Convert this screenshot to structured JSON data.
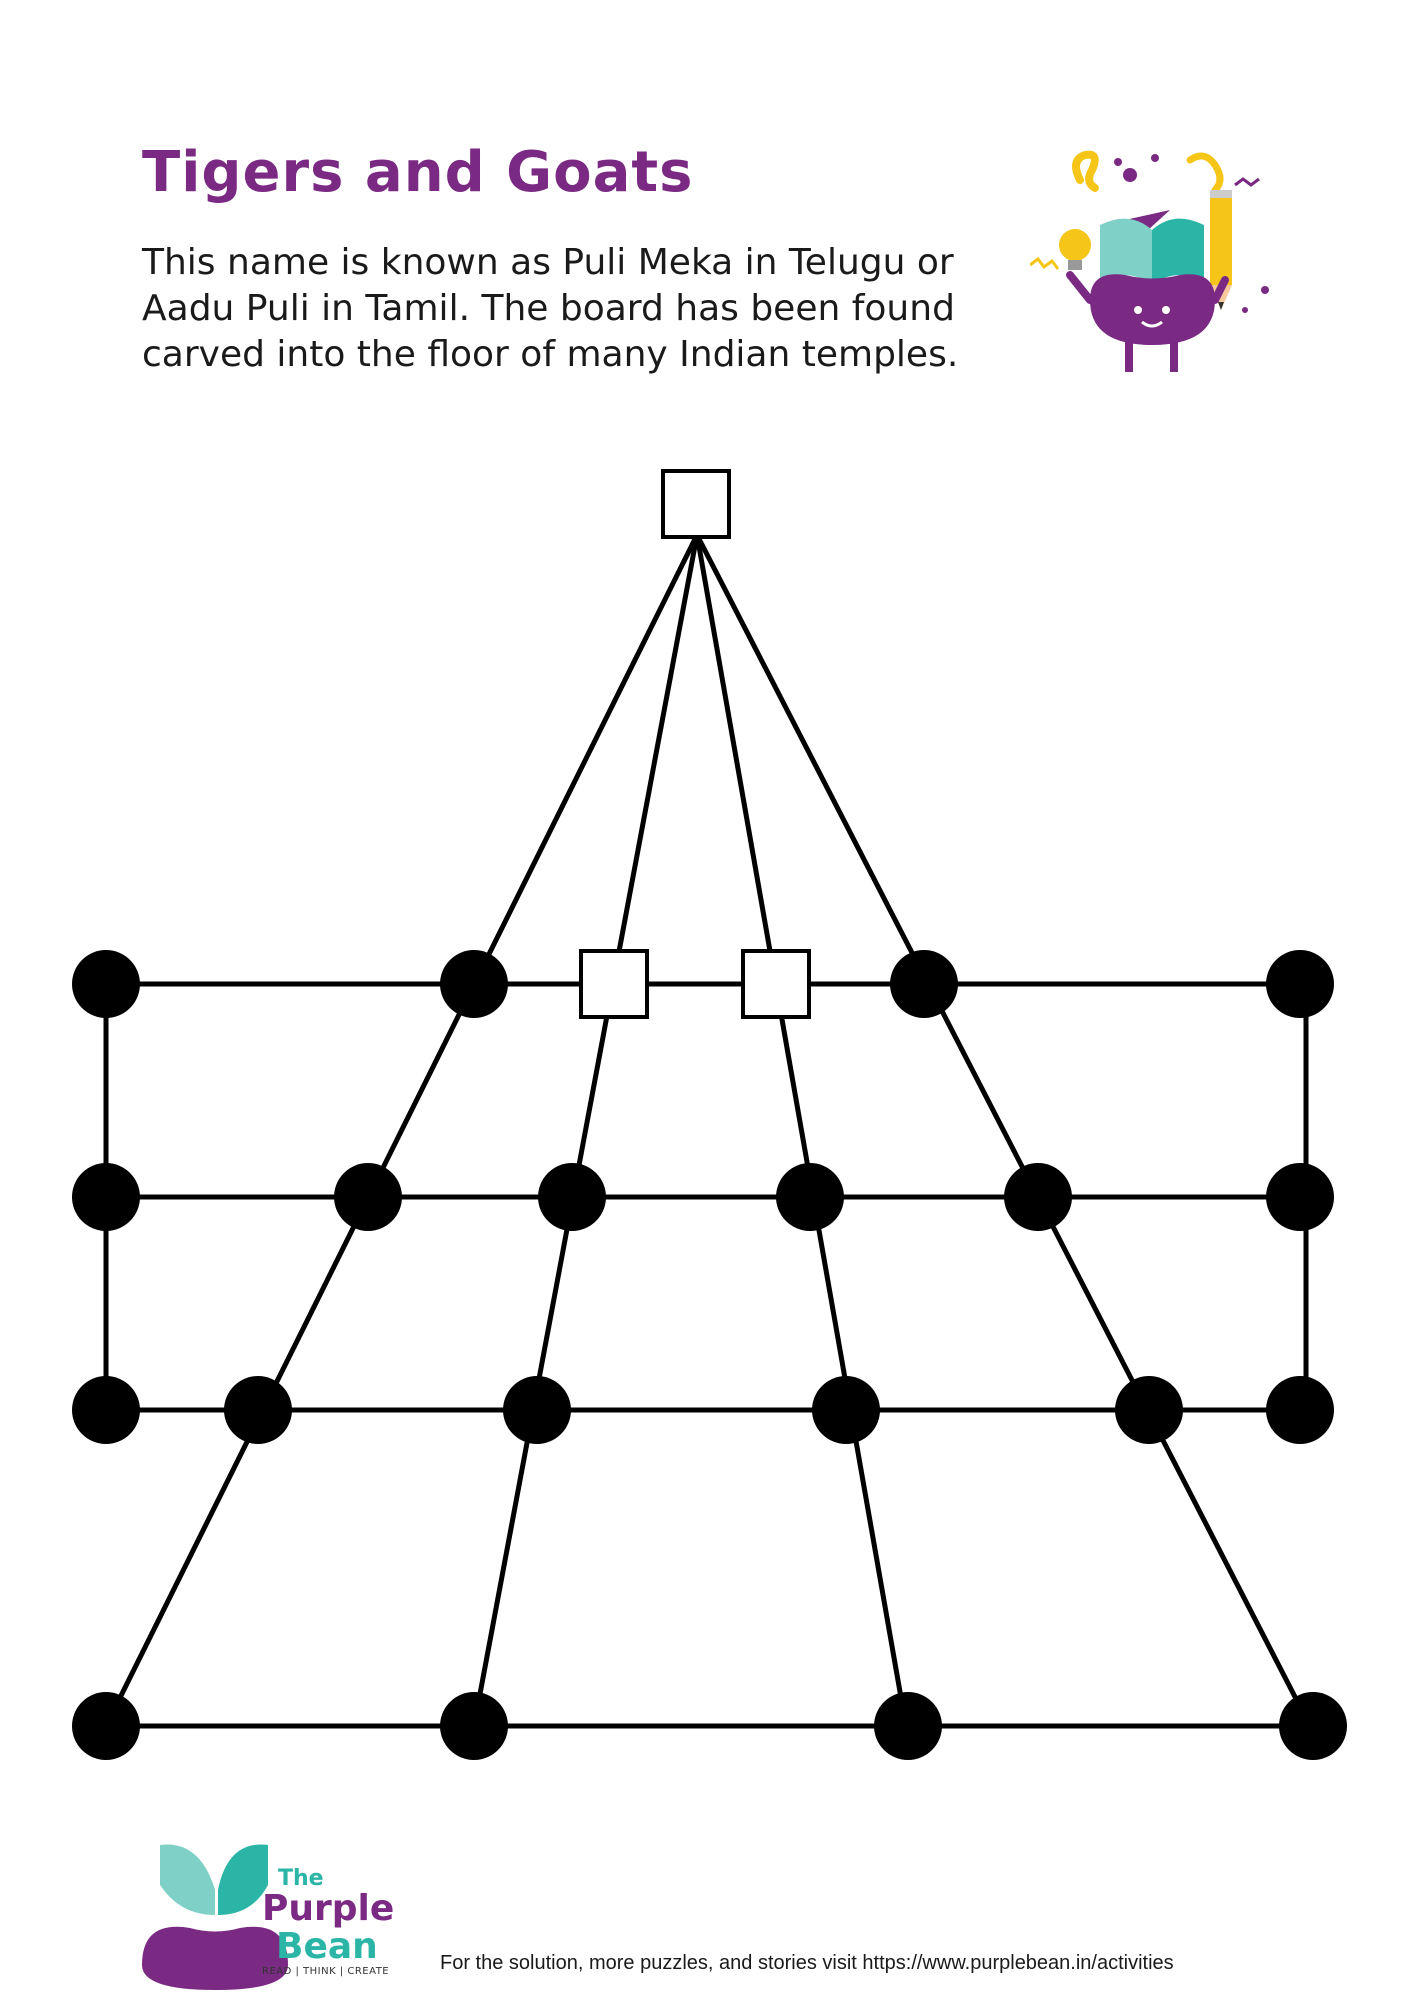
{
  "title": "Tigers and Goats",
  "intro": {
    "line1": "This name is known as Puli Meka in Telugu or",
    "line2": "Aadu Puli in Tamil. The board has been found",
    "line3": "carved into the floor of many Indian temples."
  },
  "logo": {
    "the": "The",
    "purple": "Purple",
    "bean": "Bean",
    "tagline": "READ | THINK | CREATE"
  },
  "footer": "For the solution, more puzzles, and stories visit https://www.purplebean.in/activities",
  "colors": {
    "brand_purple": "#7b2a83",
    "brand_teal": "#2bb5a7",
    "accent_yellow": "#f5c518",
    "board_ink": "#000000"
  },
  "icons": [
    "mascot-illustration",
    "purple-bean-logo"
  ]
}
